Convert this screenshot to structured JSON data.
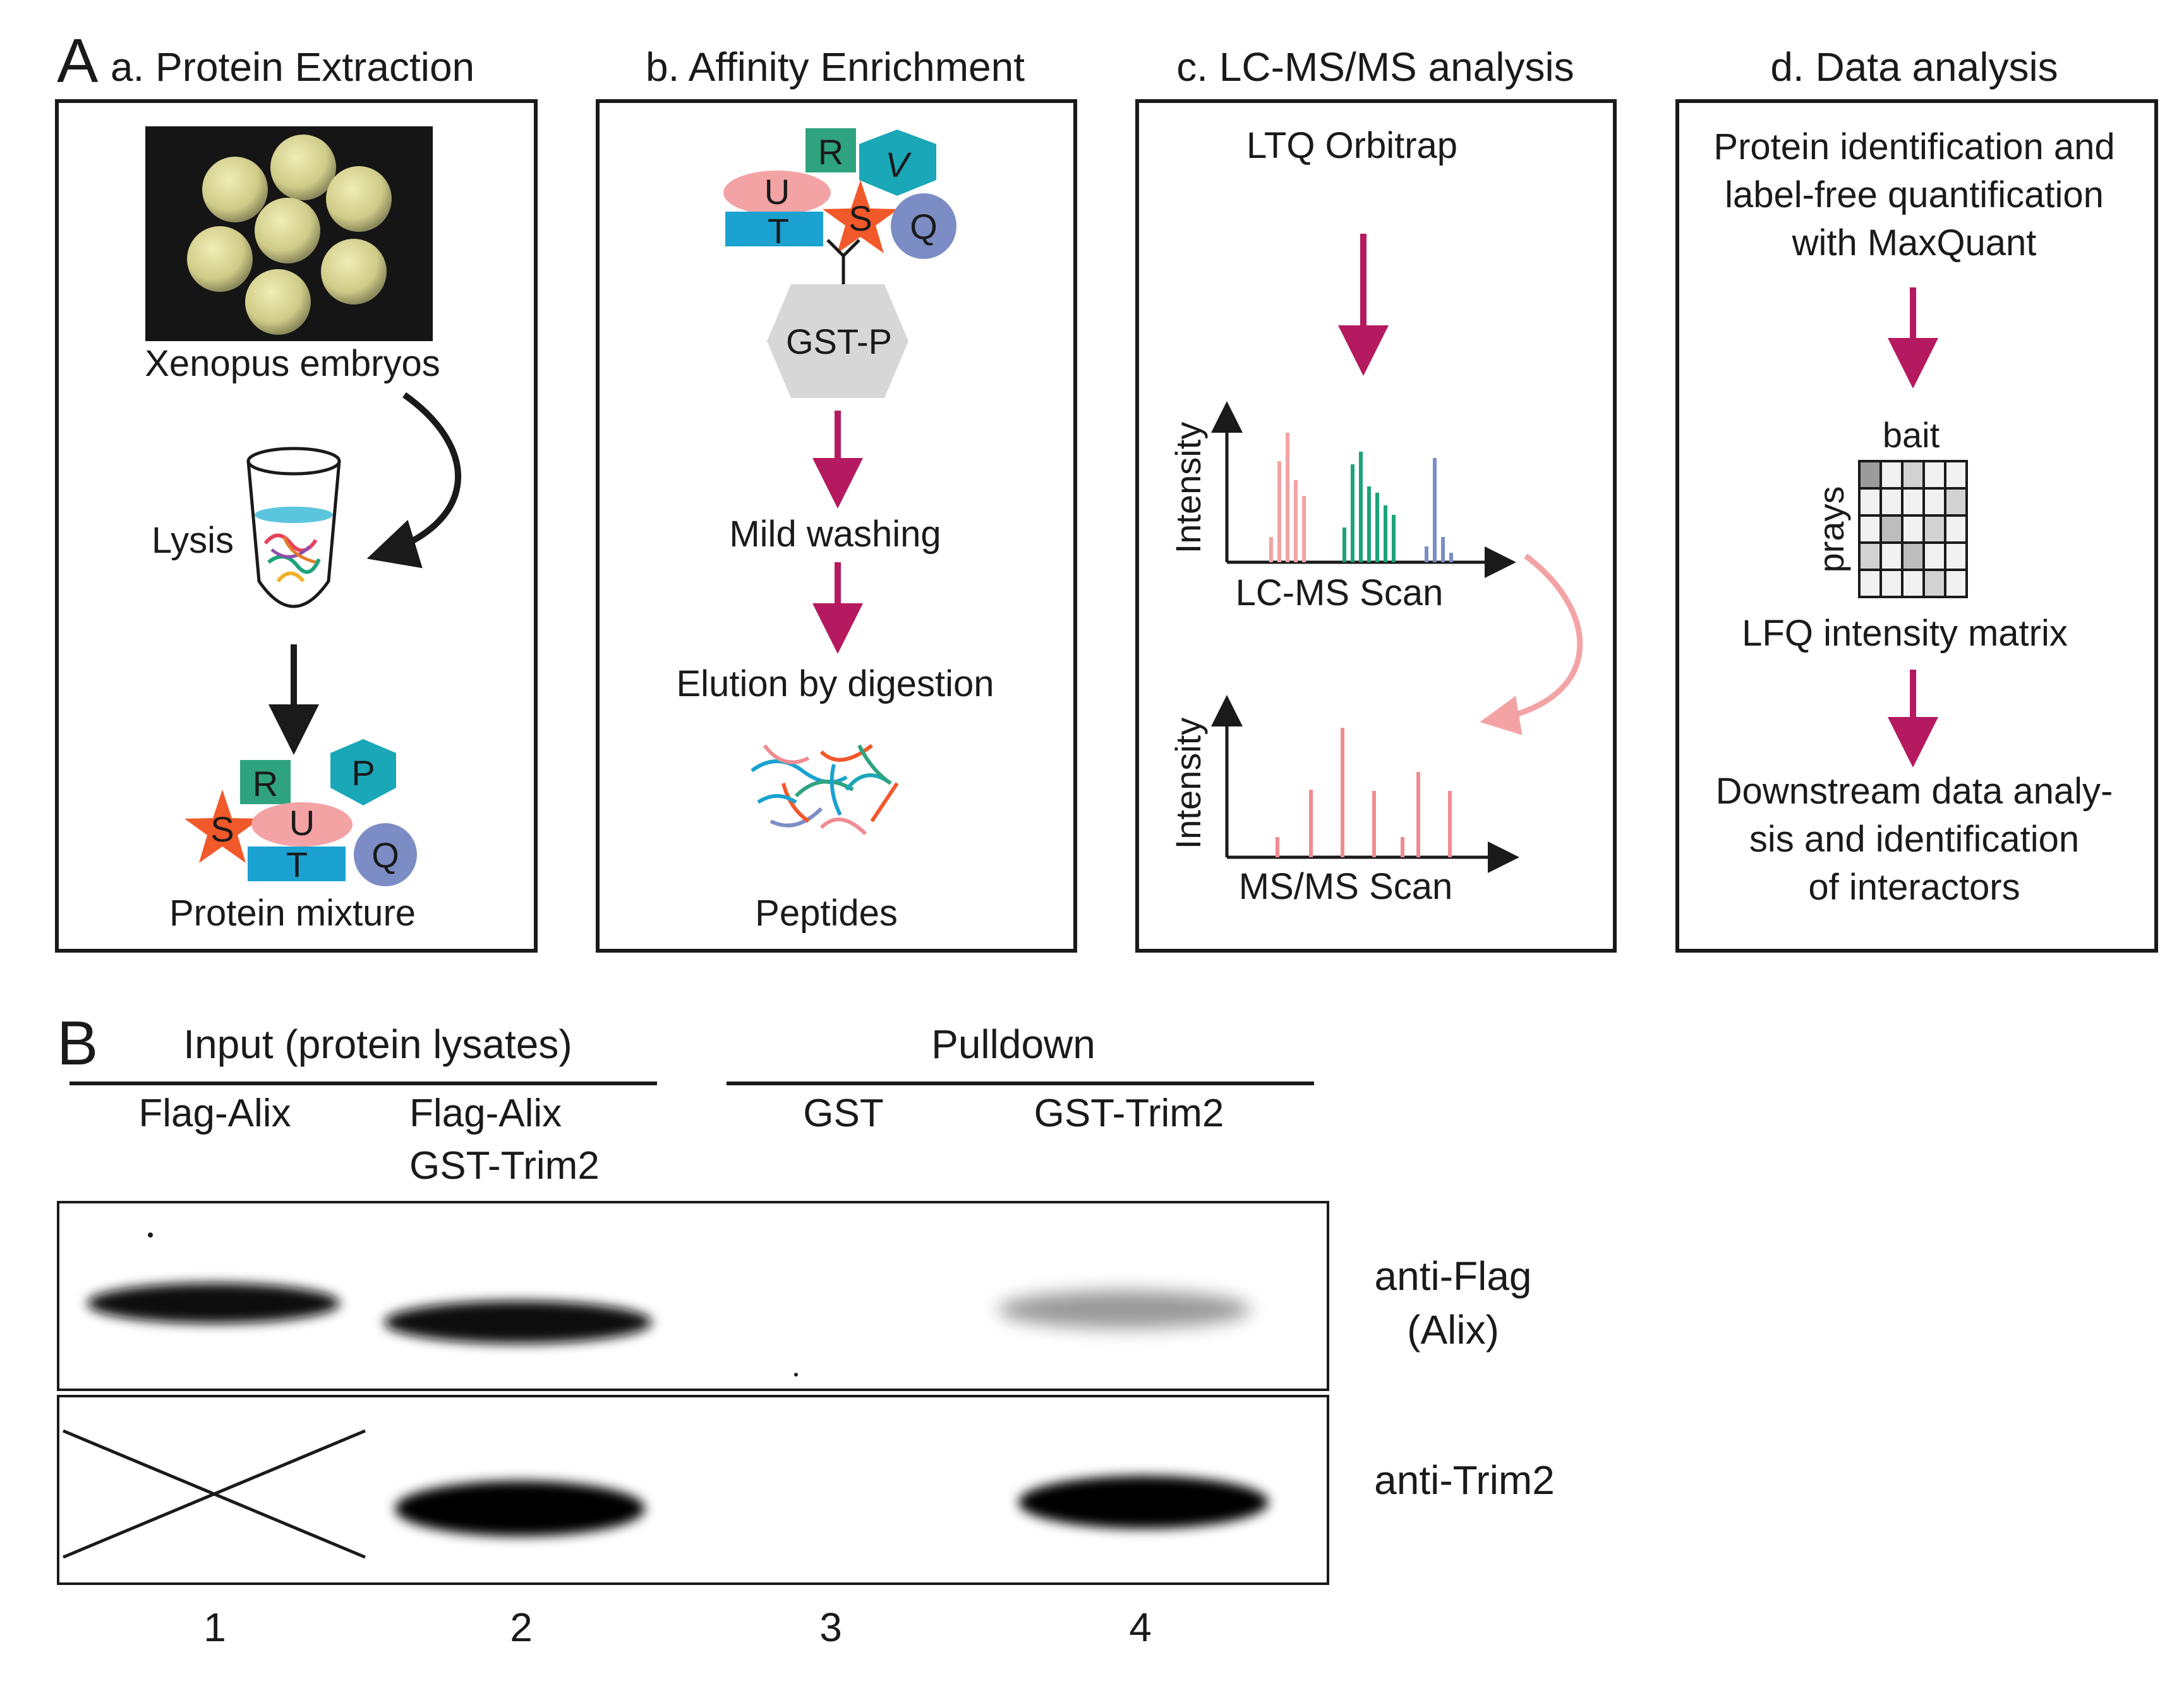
{
  "colors": {
    "magenta": "#b5195f",
    "salmon": "#f4a3a5",
    "pink_bar": "#f08c93",
    "green": "#1ca37a",
    "blue": "#7c8dc5",
    "teal": "#1aa7b8",
    "cyan_rect": "#1ba2d1",
    "orange": "#f1582a",
    "gray_hex": "#d7d7d7"
  },
  "panel_a": {
    "letter": "A",
    "a": {
      "title": "a. Protein Extraction",
      "embryos": "Xenopus embryos",
      "lysis": "Lysis",
      "mixture": "Protein mixture",
      "proteins": {
        "S": "S",
        "R": "R",
        "U": "U",
        "T": "T",
        "P": "P",
        "Q": "Q"
      }
    },
    "b": {
      "title": "b. Affinity Enrichment",
      "proteins": {
        "R": "R",
        "V": "V",
        "U": "U",
        "T": "T",
        "S": "S",
        "Q": "Q"
      },
      "bait": "GST-P",
      "step1": "Mild washing",
      "step2": "Elution by digestion",
      "peptides": "Peptides"
    },
    "c": {
      "title": "c. LC-MS/MS analysis",
      "instrument": "LTQ Orbitrap",
      "ylabel1": "Intensity",
      "xlabel1": "LC-MS Scan",
      "ylabel2": "Intensity",
      "xlabel2": "MS/MS Scan"
    },
    "d": {
      "title": "d. Data analysis",
      "top_line1": "Protein identification and",
      "top_line2": "label-free quantification",
      "top_line3": "with MaxQuant",
      "bait": "bait",
      "prays": "prays",
      "matrix": "LFQ intensity matrix",
      "bottom_line1": "Downstream data analy-",
      "bottom_line2": "sis and identification",
      "bottom_line3": "of interactors"
    }
  },
  "panel_b": {
    "letter": "B",
    "group_input": "Input (protein lysates)",
    "group_pulldown": "Pulldown",
    "lane1": "Flag-Alix",
    "lane2_line1": "Flag-Alix",
    "lane2_line2": "GST-Trim2",
    "lane3": "GST",
    "lane4": "GST-Trim2",
    "blot1_label_line1": "anti-Flag",
    "blot1_label_line2": "(Alix)",
    "blot2_label": "anti-Trim2",
    "lane_numbers": [
      "1",
      "2",
      "3",
      "4"
    ]
  }
}
